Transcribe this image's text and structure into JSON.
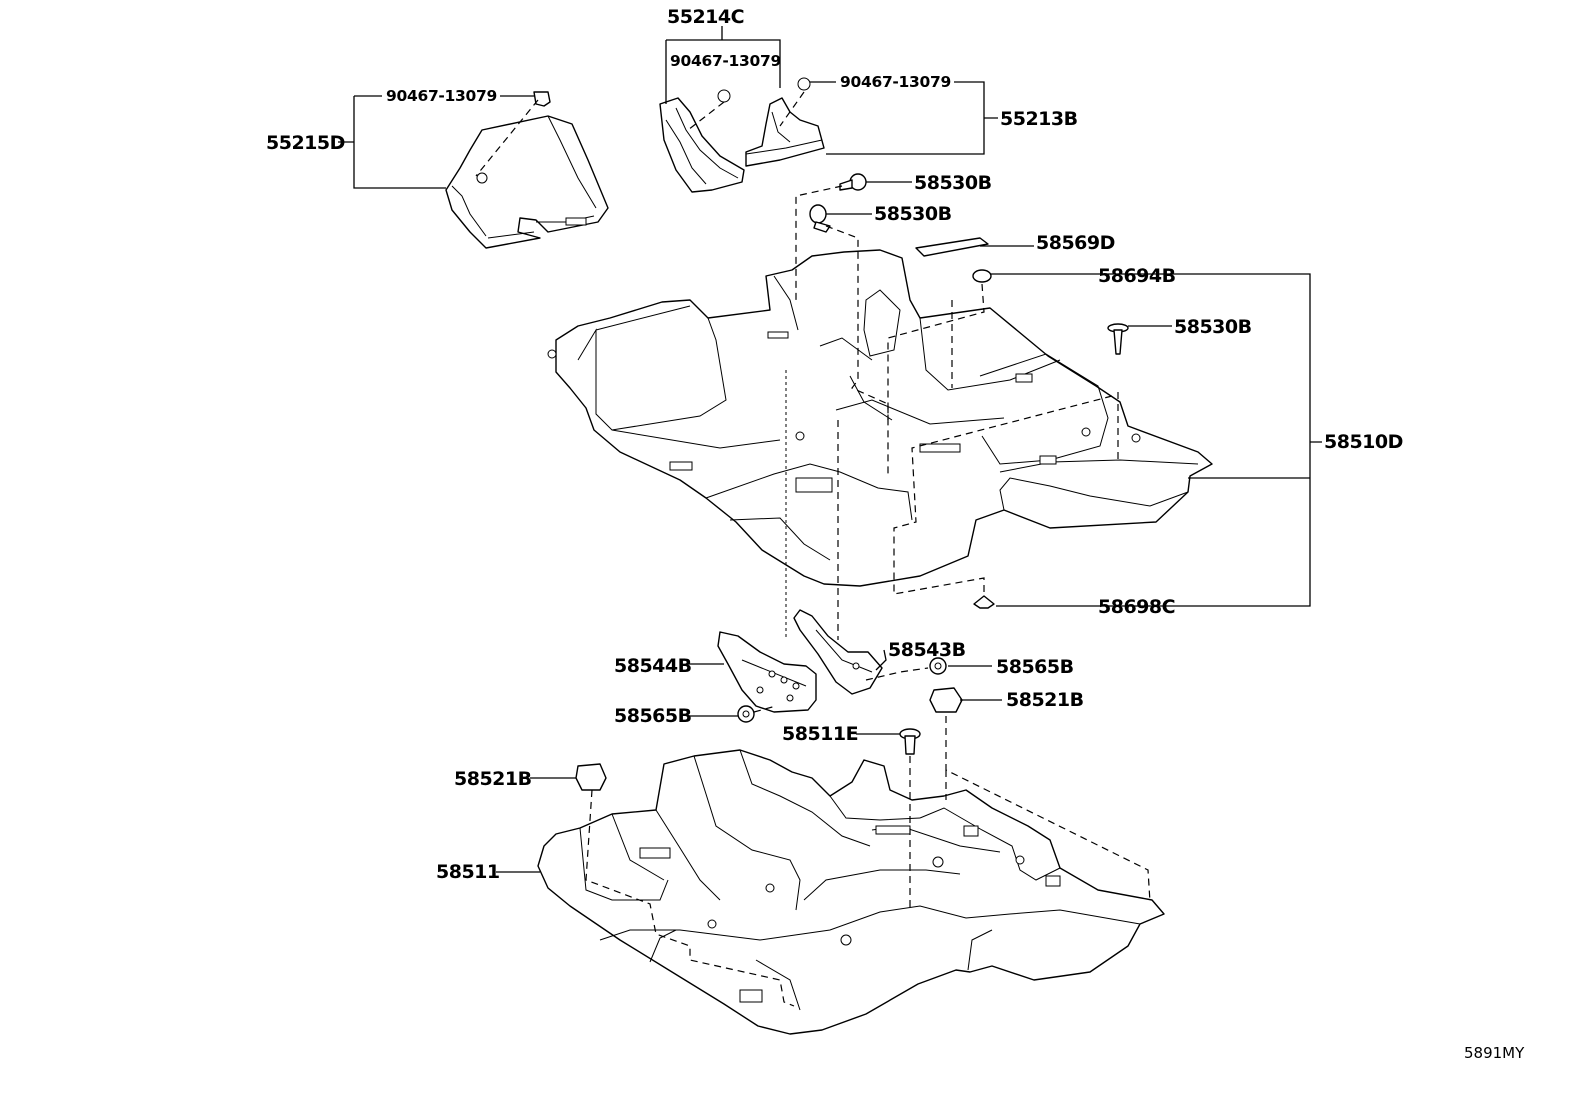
{
  "diagram_code": "5891MY",
  "labels": {
    "p55214C": "55214C",
    "p90467_a": "90467-13079",
    "p90467_b": "90467-13079",
    "p90467_c": "90467-13079",
    "p55215D": "55215D",
    "p55213B": "55213B",
    "p58530B_a": "58530B",
    "p58530B_b": "58530B",
    "p58530B_c": "58530B",
    "p58569D": "58569D",
    "p58694B": "58694B",
    "p58510D": "58510D",
    "p58698C": "58698C",
    "p58543B": "58543B",
    "p58544B": "58544B",
    "p58565B_a": "58565B",
    "p58565B_b": "58565B",
    "p58521B_a": "58521B",
    "p58521B_b": "58521B",
    "p58511E": "58511E",
    "p58511": "58511"
  }
}
